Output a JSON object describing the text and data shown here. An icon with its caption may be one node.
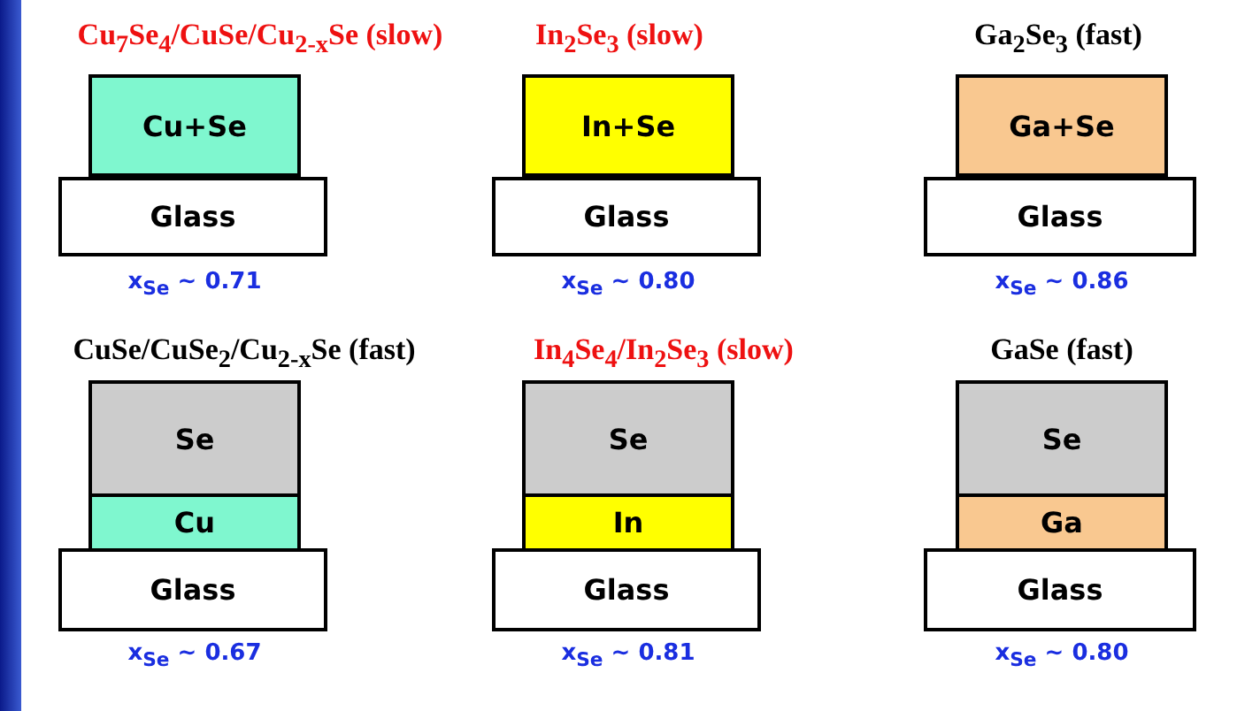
{
  "diagram": {
    "nodes": [
      {
        "text": [
          "Cu+Se"
        ]
      },
      {
        "text": [
          "Glass"
        ]
      },
      {
        "text": [
          "In+Se"
        ]
      },
      {
        "text": [
          "Glass"
        ]
      },
      {
        "text": [
          "Ga+Se"
        ]
      },
      {
        "text": [
          "Glass"
        ]
      },
      {
        "text": [
          "Se"
        ]
      },
      {
        "text": [
          "Cu"
        ]
      },
      {
        "text": [
          "Glass"
        ]
      },
      {
        "text": [
          "Se"
        ]
      },
      {
        "text": [
          "In"
        ]
      },
      {
        "text": [
          "Glass"
        ]
      },
      {
        "text": [
          "Se"
        ]
      },
      {
        "text": [
          "Ga"
        ]
      },
      {
        "text": [
          "Glass"
        ]
      }
    ],
    "labels": [
      "Cu$_{7}$Se$_{4}$/CuSe/Cu$_{2-x}$Se (slow)",
      "In$_{2}$Se$_{3}$ (slow)",
      "Ga$_{2}$Se$_{3}$ (fast)",
      "x$_{Se}$ ~ 0.71",
      "x$_{Se}$ ~ 0.80",
      "x$_{Se}$ ~ 0.86",
      "CuSe/CuSe$_{2}$/Cu$_{2-x}$Se (fast)",
      "In$_{4}$Se$_{4}$/In$_{2}$Se$_{3}$ (slow)",
      "GaSe (fast)",
      "x$_{Se}$ ~ 0.67",
      "x$_{Se}$ ~ 0.81",
      "x$_{Se}$ ~ 0.80"
    ]
  }
}
